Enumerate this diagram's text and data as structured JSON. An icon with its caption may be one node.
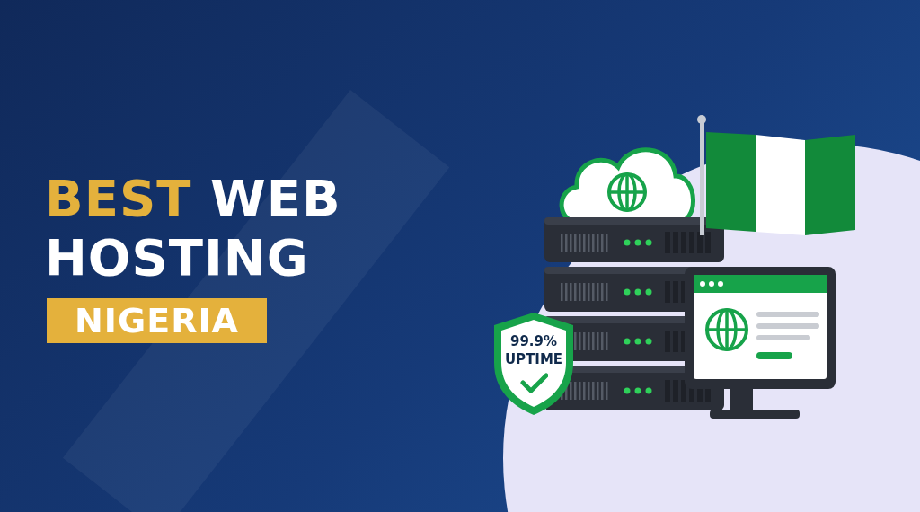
{
  "diagram": {
    "title": "BEST WEB HOSTING",
    "nodes": [
      {
        "text": [
          "NIGERIA"
        ]
      },
      {
        "text": [
          "99.9% UPTIME"
        ]
      }
    ]
  }
}
